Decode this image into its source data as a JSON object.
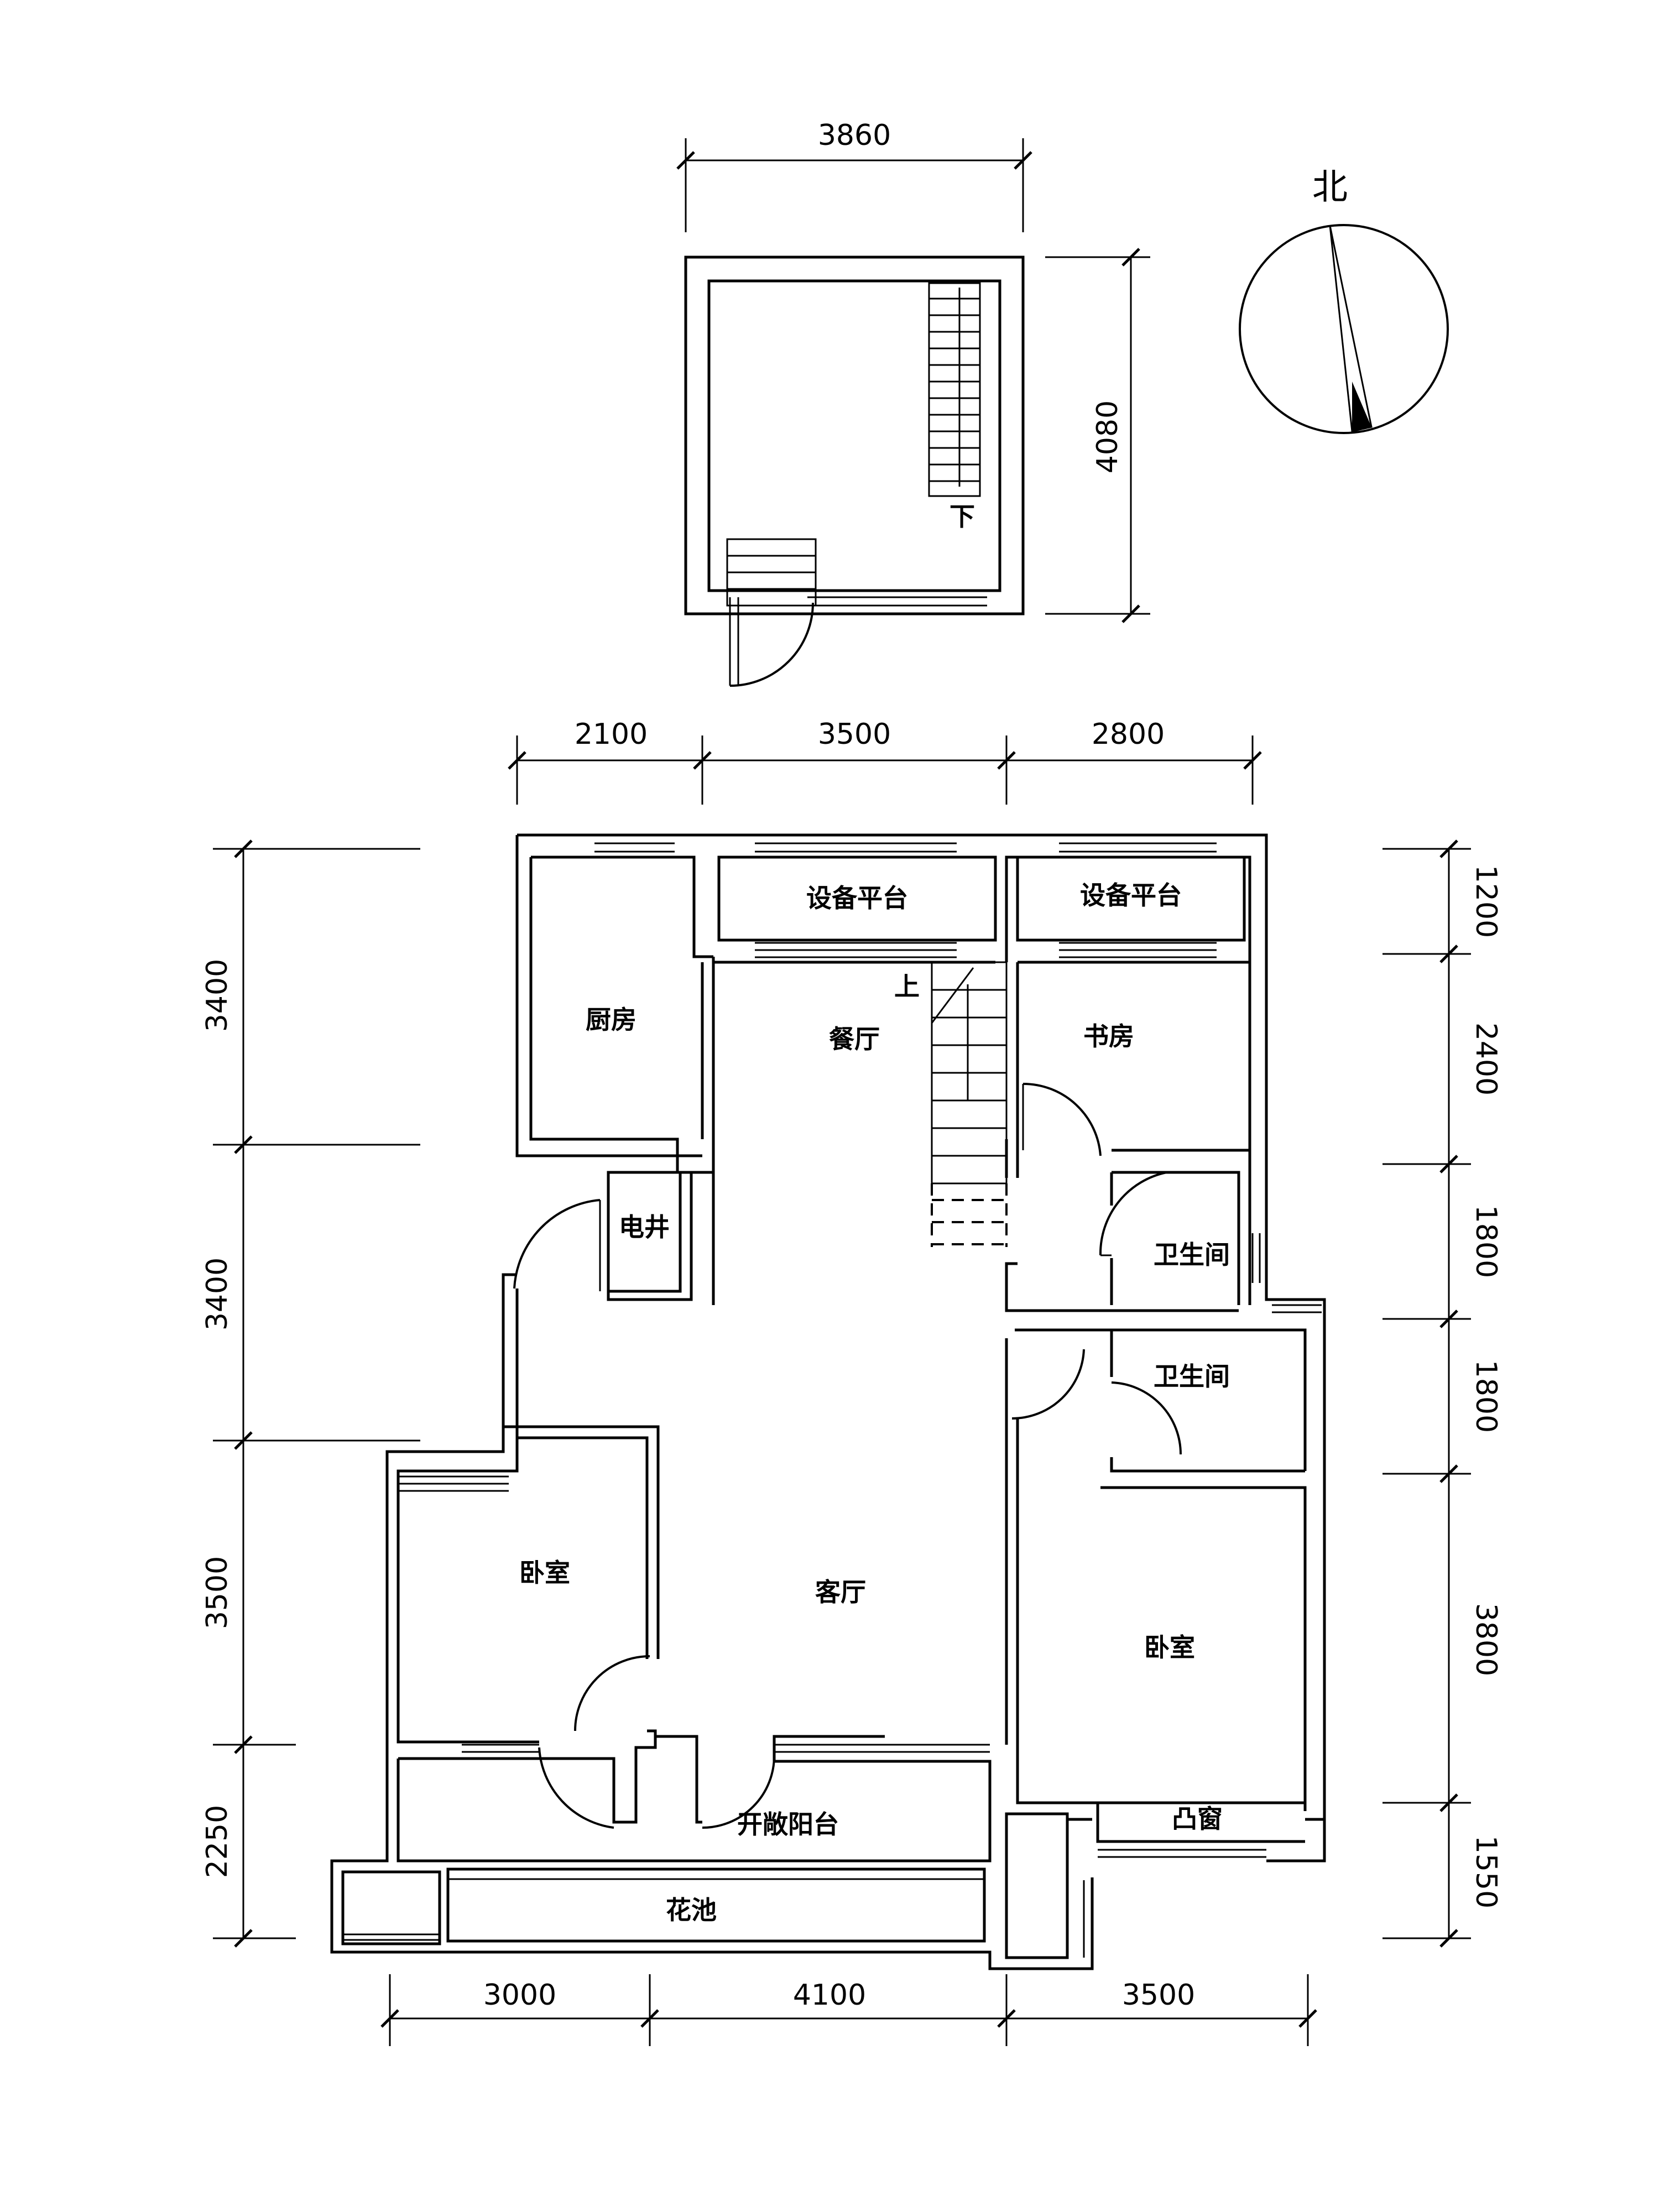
{
  "compass": {
    "label": "北"
  },
  "upper_floor": {
    "width_dim": "3860",
    "height_dim": "4080",
    "stair_label": "下"
  },
  "top_dims": [
    "2100",
    "3500",
    "2800"
  ],
  "bottom_dims": [
    "3000",
    "4100",
    "3500"
  ],
  "left_dims": [
    "3400",
    "3400",
    "3500",
    "2250"
  ],
  "right_dims": [
    "1200",
    "2400",
    "1800",
    "1800",
    "3800",
    "1550"
  ],
  "rooms": {
    "equipment_1": "设备平台",
    "equipment_2": "设备平台",
    "kitchen": "厨房",
    "dining": "餐厅",
    "stair_up": "上",
    "study": "书房",
    "elec_shaft": "电井",
    "bath_1": "卫生间",
    "bath_2": "卫生间",
    "bedroom_left": "卧室",
    "living": "客厅",
    "bedroom_right": "卧室",
    "balcony": "开敞阳台",
    "bay_window": "凸窗",
    "planter": "花池"
  }
}
